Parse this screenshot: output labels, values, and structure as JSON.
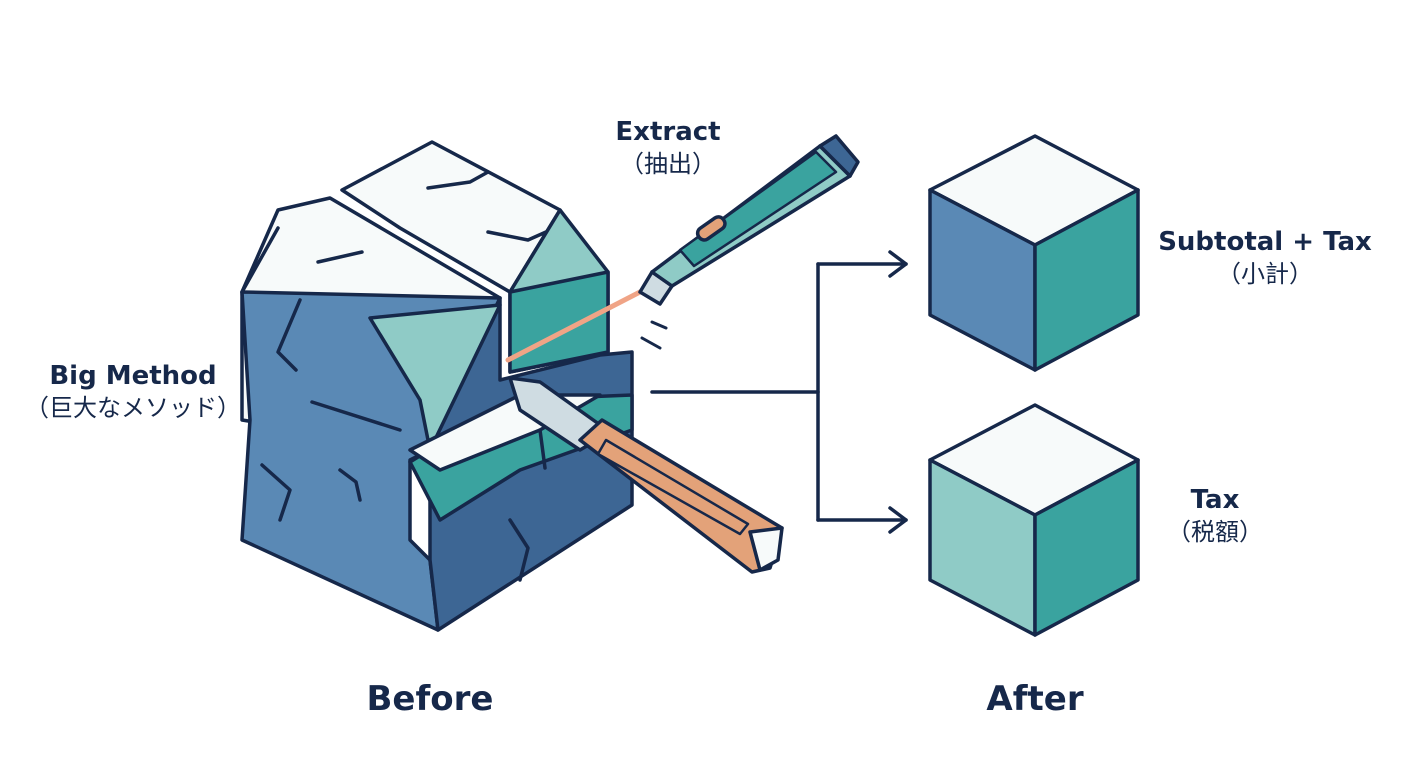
{
  "labels": {
    "extract": {
      "en": "Extract",
      "jp": "（抽出）"
    },
    "big_method": {
      "en": "Big Method",
      "jp": "（巨大なメソッド）"
    },
    "subtotal_tax": {
      "en": "Subtotal + Tax",
      "jp": "（小計）"
    },
    "tax": {
      "en": "Tax",
      "jp": "（税額）"
    },
    "before": "Before",
    "after": "After"
  },
  "colors": {
    "outline": "#16284a",
    "blue_dark": "#3d6694",
    "blue_mid": "#5a89b5",
    "teal": "#3aa39f",
    "teal_light": "#8fcbc6",
    "top_white": "#f7fafa",
    "blade": "#cfdce2",
    "handle_orange": "#e3a279",
    "laser": "#f0a486"
  },
  "icons": {
    "laser_pen": "laser-pen-icon",
    "scalpel": "scalpel-icon",
    "cube": "cube-icon",
    "split_arrow": "split-arrow-icon"
  }
}
